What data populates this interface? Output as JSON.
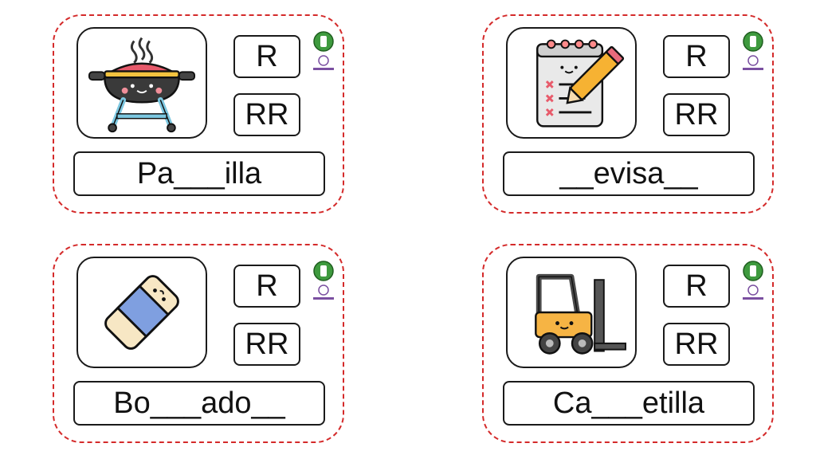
{
  "options": {
    "r": "R",
    "rr": "RR"
  },
  "cards": [
    {
      "icon": "barbecue-grill-icon",
      "word": "Pa___illa"
    },
    {
      "icon": "notepad-pencil-icon",
      "word": "__evisa__"
    },
    {
      "icon": "eraser-icon",
      "word": "Bo___ado__"
    },
    {
      "icon": "forklift-icon",
      "word": "Ca___etilla"
    }
  ],
  "colors": {
    "border": "#d42a2a",
    "logo_green": "#3e9a3e",
    "logo_purple": "#7a4fa0"
  }
}
